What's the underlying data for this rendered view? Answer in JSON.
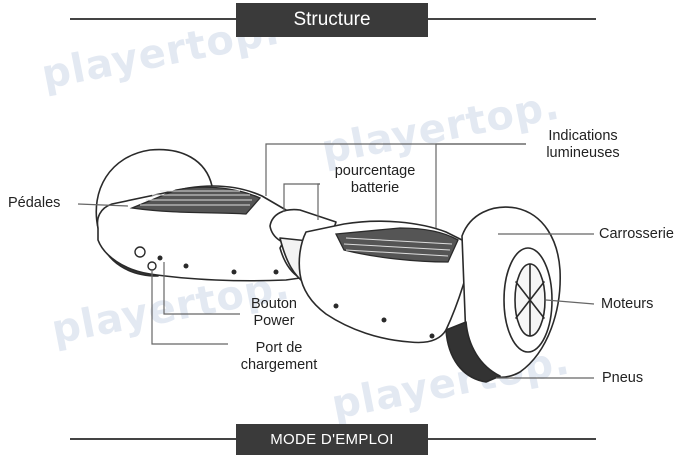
{
  "header": {
    "title": "Structure"
  },
  "footer": {
    "title": "MODE D'EMPLOI"
  },
  "watermark": {
    "text": "playertop."
  },
  "labels": {
    "pedales": "Pédales",
    "indications_l1": "Indications",
    "indications_l2": "lumineuses",
    "pourcentage_l1": "pourcentage",
    "pourcentage_l2": "batterie",
    "carrosserie": "Carrosserie",
    "moteurs": "Moteurs",
    "bouton_l1": "Bouton",
    "bouton_l2": "Power",
    "port_l1": "Port de",
    "port_l2": "chargement",
    "pneus": "Pneus"
  },
  "colors": {
    "banner": "#3a3a3a",
    "line": "#555555",
    "watermark": "#e3e9f2"
  }
}
